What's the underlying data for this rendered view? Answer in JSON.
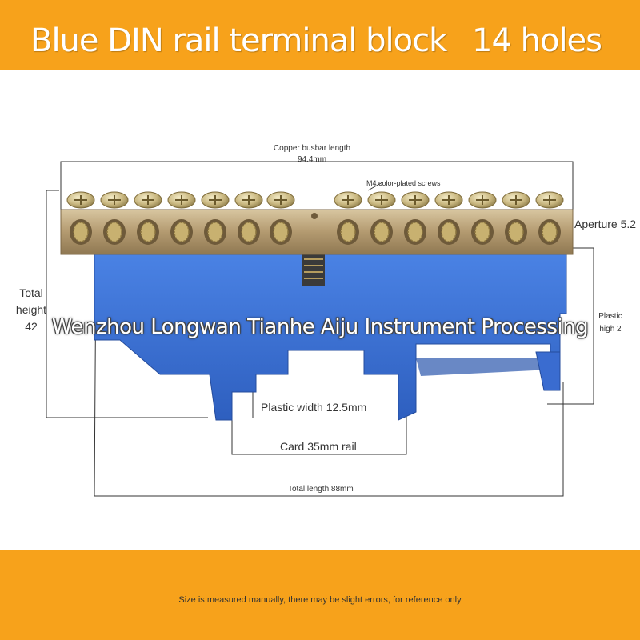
{
  "banner": {
    "title": "Blue DIN rail terminal block",
    "hole_count": "14 holes",
    "color": "#f7a21b"
  },
  "dimensions": {
    "busbar_length_line1": "Copper busbar length",
    "busbar_length_line2": "94.4mm",
    "screws": "M4 color-plated screws",
    "aperture": "Aperture 5.2",
    "total_height_line1": "Total",
    "total_height_line2": "height",
    "total_height_line3": "42",
    "plastic_high_line1": "Plastic",
    "plastic_high_line2": "high 2",
    "plastic_width": "Plastic width 12.5mm",
    "rail": "Card 35mm rail",
    "total_length": "Total length 88mm"
  },
  "watermark": "Wenzhou Longwan Tianhe Aiju Instrument Processing",
  "footer_note": "Size is measured manually, there may be slight errors, for reference only",
  "colors": {
    "plastic_blue": "#3f73d6",
    "brass": "#b8a27a",
    "line": "#333333"
  }
}
